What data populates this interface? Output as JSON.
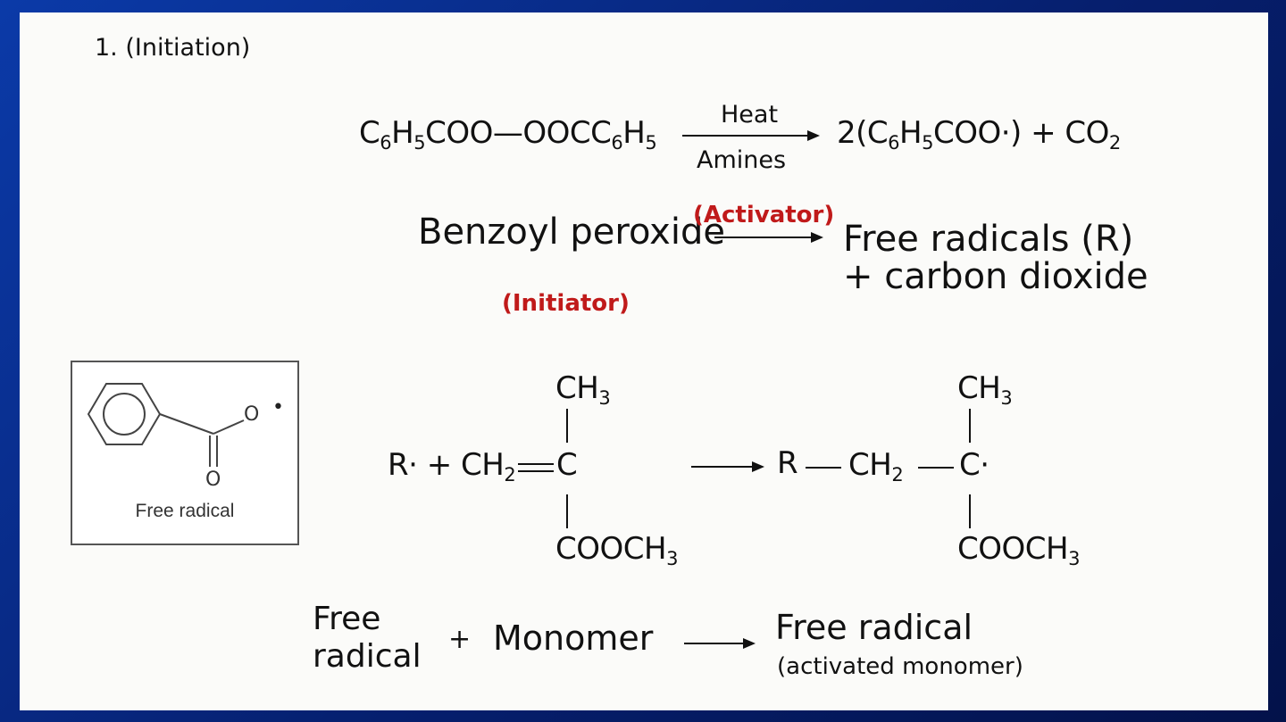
{
  "heading": "1. (Initiation)",
  "reaction1": {
    "reactant": "C6H5COO—OOCC6H5",
    "arrow_top": "Heat",
    "arrow_bottom": "Amines",
    "product": "2(C6H5COO·) + CO2"
  },
  "reaction2": {
    "reactant": "Benzoyl peroxide",
    "activator_label": "(Activator)",
    "product_line1": "Free radicals (R)",
    "product_line2": "+ carbon dioxide",
    "initiator_label": "(Initiator)"
  },
  "structure_box": {
    "label": "Free radical",
    "atom_o1": "O",
    "atom_o2": "O",
    "radical_dot": "•"
  },
  "reaction3": {
    "radical": "R· + CH2",
    "carbon": "C",
    "methyl": "CH3",
    "ester": "COOCH3",
    "product_r": "R",
    "product_ch2": "CH2",
    "product_c": "C·",
    "product_methyl": "CH3",
    "product_ester": "COOCH3"
  },
  "summary": {
    "left_line1": "Free",
    "left_line2": "radical",
    "plus": "+",
    "monomer": "Monomer",
    "right_line1": "Free radical",
    "right_line2": "(activated monomer)"
  }
}
